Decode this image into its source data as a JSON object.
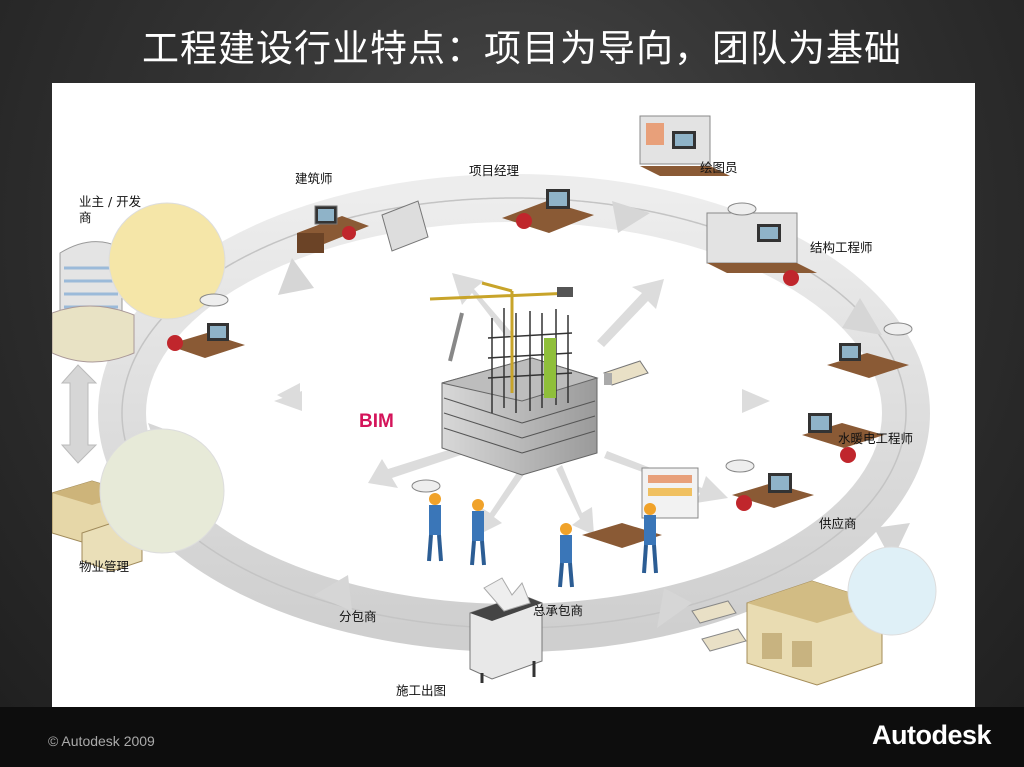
{
  "title": "工程建设行业特点：项目为导向，团队为基础",
  "diagram": {
    "center_label": "BIM",
    "roles": {
      "owner": "业主 / 开发商",
      "architect": "建筑师",
      "project_manager": "项目经理",
      "drafter": "绘图员",
      "structural_engineer": "结构工程师",
      "mep_engineer": "水暖电工程师",
      "supplier": "供应商",
      "general_contractor": "总承包商",
      "subcontractor": "分包商",
      "construction_drawing": "施工出图",
      "property_management": "物业管理"
    }
  },
  "footer": {
    "copyright": "© Autodesk  2009",
    "brand": "Autodesk"
  },
  "colors": {
    "bim_label": "#d4145a",
    "ring": "#e2e2e2",
    "desk": "#8a5a35",
    "chair": "#c0262c",
    "worker_shirt": "#3a76b8",
    "hard_hat": "#f0a22a"
  }
}
